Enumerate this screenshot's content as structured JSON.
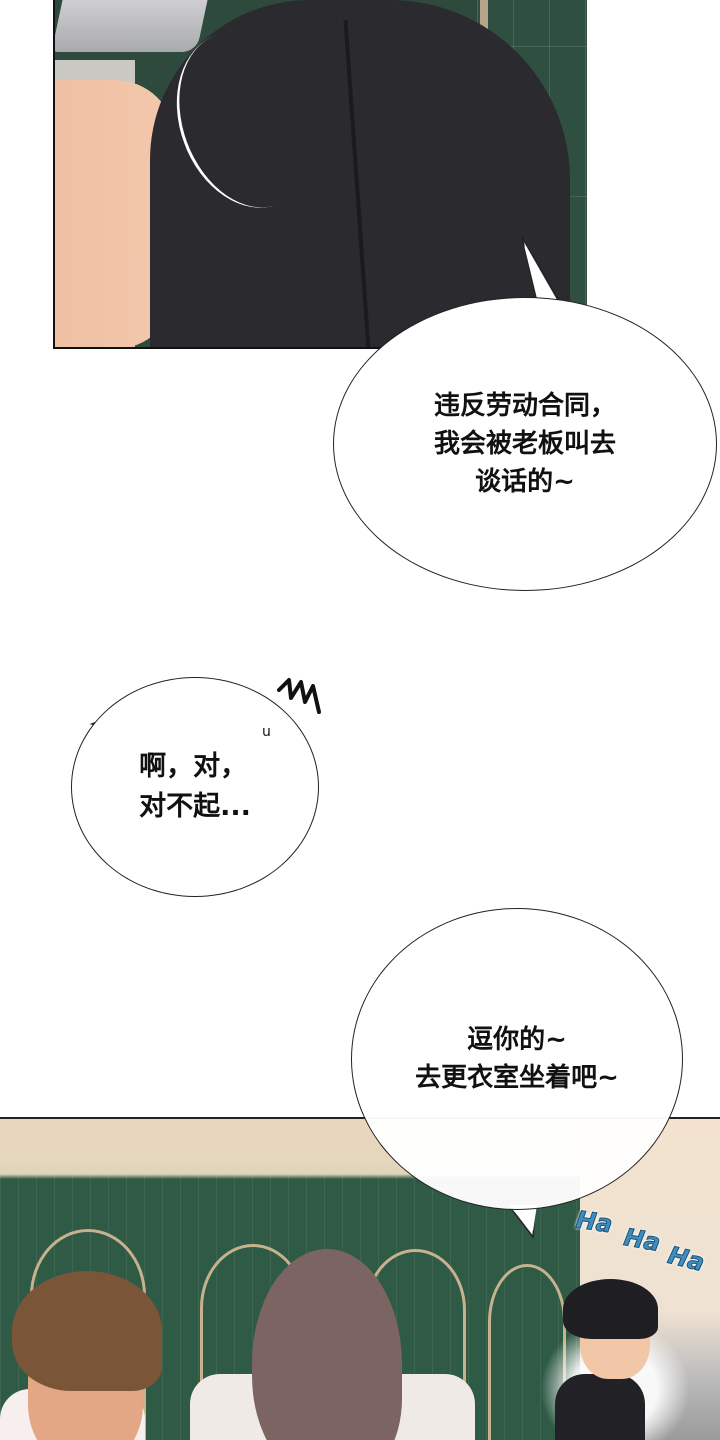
{
  "comic": {
    "panels": [
      {
        "id": "panel-1",
        "description": "Close-up of a man in a black shirt holding a phone, green tiled wall behind"
      },
      {
        "id": "panel-2",
        "description": "Three men in a hallway with green tiled wall and arches; man in black shirt laughing"
      }
    ],
    "bubbles": [
      {
        "id": "bubble-1",
        "text": "违反劳动合同，\n我会被老板叫去\n谈话的~"
      },
      {
        "id": "bubble-2",
        "text": "啊，对，\n对不起..."
      },
      {
        "id": "bubble-3",
        "text": "逗你的~\n去更衣室坐着吧~"
      }
    ],
    "sfx": {
      "scribble": "ᴍ",
      "sweat": "u",
      "laugh": [
        "Ha",
        "Ha",
        "Ha"
      ]
    }
  },
  "colors": {
    "background": "#ffffff",
    "wall_green": "#2f5a45",
    "shirt_black": "#2a2a2f",
    "sfx_blue": "#3c8fbe"
  }
}
